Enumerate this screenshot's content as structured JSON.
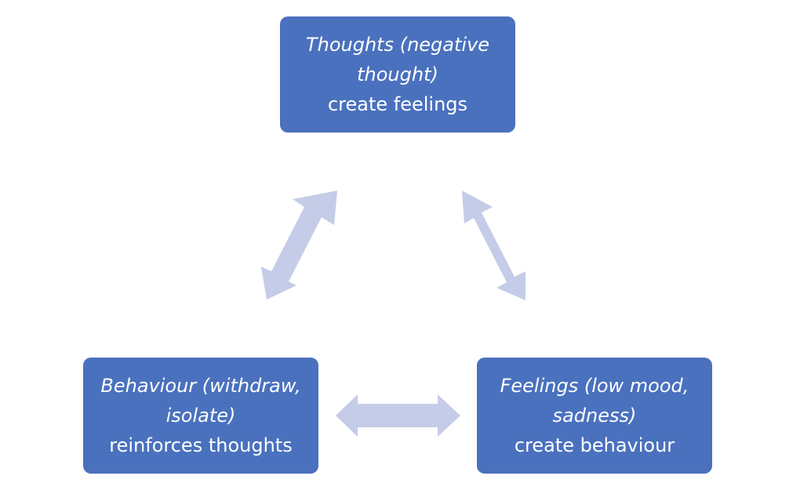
{
  "diagram": {
    "nodes": {
      "thoughts": {
        "line1": "Thoughts (negative",
        "line2": "thought)",
        "line3": "create feelings"
      },
      "feelings": {
        "line1": "Feelings (low mood,",
        "line2": "sadness)",
        "line3": "create behaviour"
      },
      "behaviour": {
        "line1": "Behaviour (withdraw,",
        "line2": "isolate)",
        "line3": "reinforces thoughts"
      }
    },
    "colors": {
      "node_fill": "#4a71be",
      "node_text": "#ffffff",
      "arrow_fill": "#c5cce8"
    },
    "edges": [
      {
        "from": "thoughts",
        "to": "behaviour",
        "type": "double-arrow"
      },
      {
        "from": "thoughts",
        "to": "feelings",
        "type": "double-arrow"
      },
      {
        "from": "behaviour",
        "to": "feelings",
        "type": "double-arrow"
      }
    ]
  }
}
